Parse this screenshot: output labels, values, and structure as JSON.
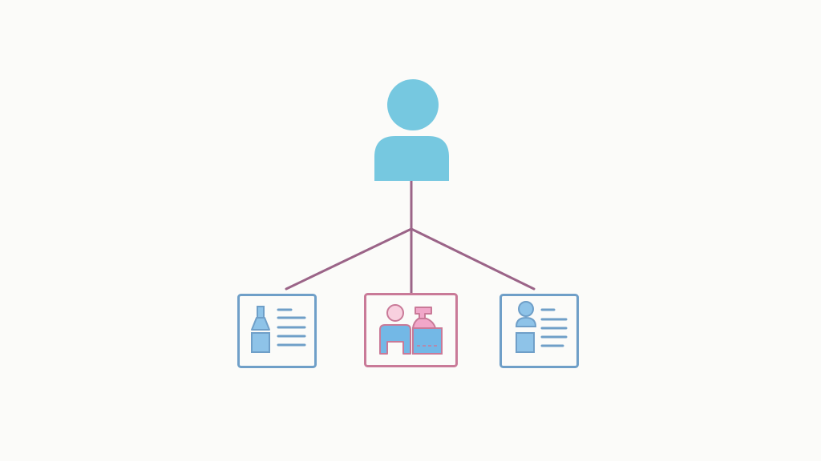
{
  "diagram": {
    "type": "hierarchy",
    "root": {
      "icon": "user-icon"
    },
    "children": [
      {
        "icon": "id-card-icon",
        "variant": "bottle-with-text-lines"
      },
      {
        "icon": "user-and-product-card-icon",
        "variant": "person-and-spray-bottle"
      },
      {
        "icon": "profile-card-icon",
        "variant": "person-with-text-lines"
      }
    ]
  },
  "colors": {
    "background": "#fbfbf9",
    "primary_blue": "#76c8e0",
    "card_blue_border": "#6f9fc8",
    "card_blue_fill": "#8ec3e8",
    "card_pink_border": "#c97a98",
    "card_pink_fill": "#f1a7c9",
    "connector": "#9b6488"
  }
}
